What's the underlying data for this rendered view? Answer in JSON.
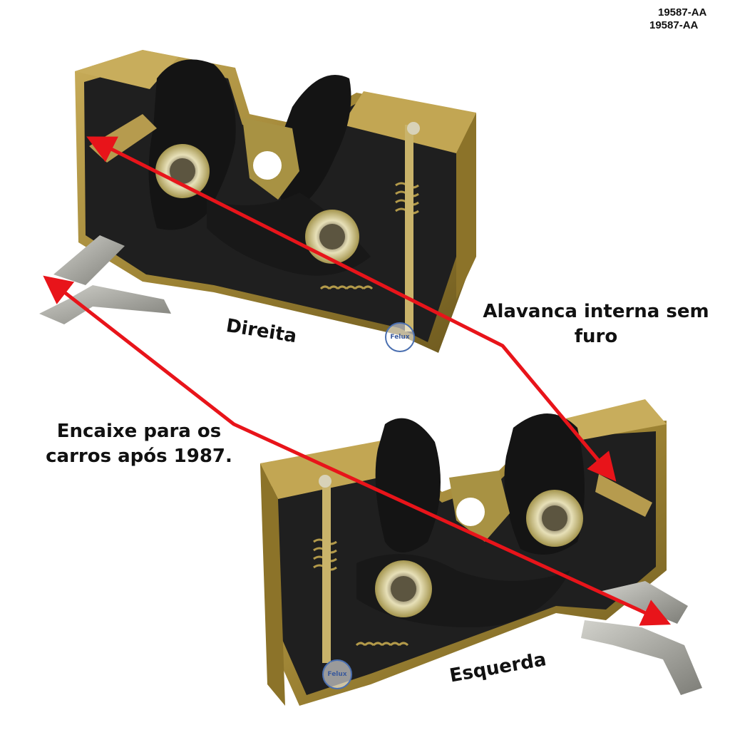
{
  "part_codes": [
    "19587-AA",
    "19587-AA"
  ],
  "labels": {
    "right": "Direita",
    "left": "Esquerda",
    "note_inner_lever": "Alavanca interna sem furo",
    "note_fit": "Encaixe para os carros após 1987."
  },
  "watermark": "Felux",
  "colors": {
    "arrow": "#e8141a",
    "brass": "#a58a3a",
    "plastic": "#1c1c1c",
    "steel": "#9a9a94"
  }
}
